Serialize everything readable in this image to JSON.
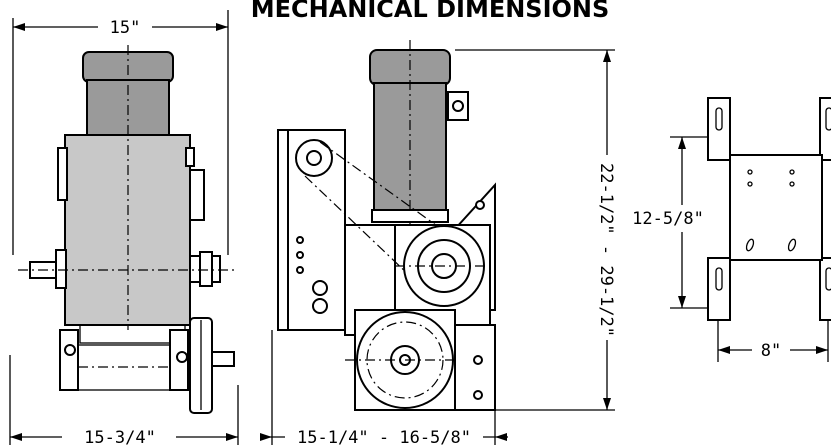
{
  "title": "MECHANICAL DIMENSIONS",
  "dimensions": {
    "side_top_width": "15\"",
    "side_bottom_width": "15-3/4\"",
    "front_height": "22-1/2\"  -  29-1/2\"",
    "front_width": "15-1/4\"  -  16-5/8\"",
    "plate_height": "12-5/8\"",
    "plate_width": "8\""
  },
  "colors": {
    "line": "#000000",
    "motor_fill": "#9a9a9a",
    "housing_fill": "#c8c8c8",
    "background": "#ffffff"
  }
}
